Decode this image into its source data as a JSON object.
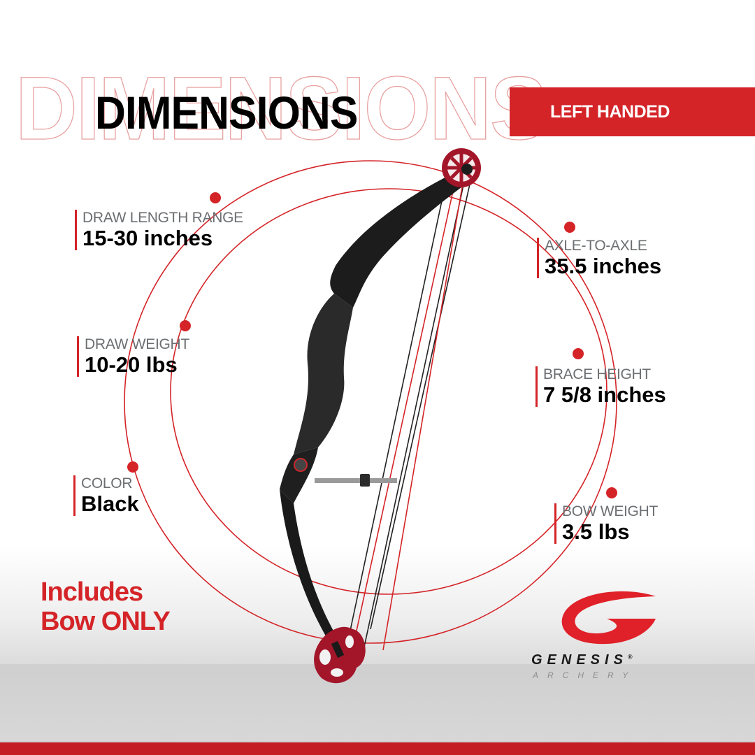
{
  "header": {
    "outline_title": "DIMENSIONS",
    "title": "DIMENSIONS",
    "badge": "LEFT HANDED"
  },
  "specs": [
    {
      "label": "DRAW LENGTH RANGE",
      "value": "15-30 inches"
    },
    {
      "label": "DRAW WEIGHT",
      "value": "10-20 lbs"
    },
    {
      "label": "COLOR",
      "value": "Black"
    },
    {
      "label": "AXLE-TO-AXLE",
      "value": "35.5 inches"
    },
    {
      "label": "BRACE HEIGHT",
      "value": "7 5/8 inches"
    },
    {
      "label": "BOW WEIGHT",
      "value": "3.5 lbs"
    }
  ],
  "notice": {
    "line1": "Includes",
    "line2": "Bow ONLY"
  },
  "brand": {
    "name": "GENESIS",
    "registered": "®",
    "subtitle": "ARCHERY"
  },
  "colors": {
    "accent": "#d42428",
    "label_gray": "#6c6f72",
    "outline_pink": "#e8a0a0",
    "cam_red": "#a3162a"
  }
}
